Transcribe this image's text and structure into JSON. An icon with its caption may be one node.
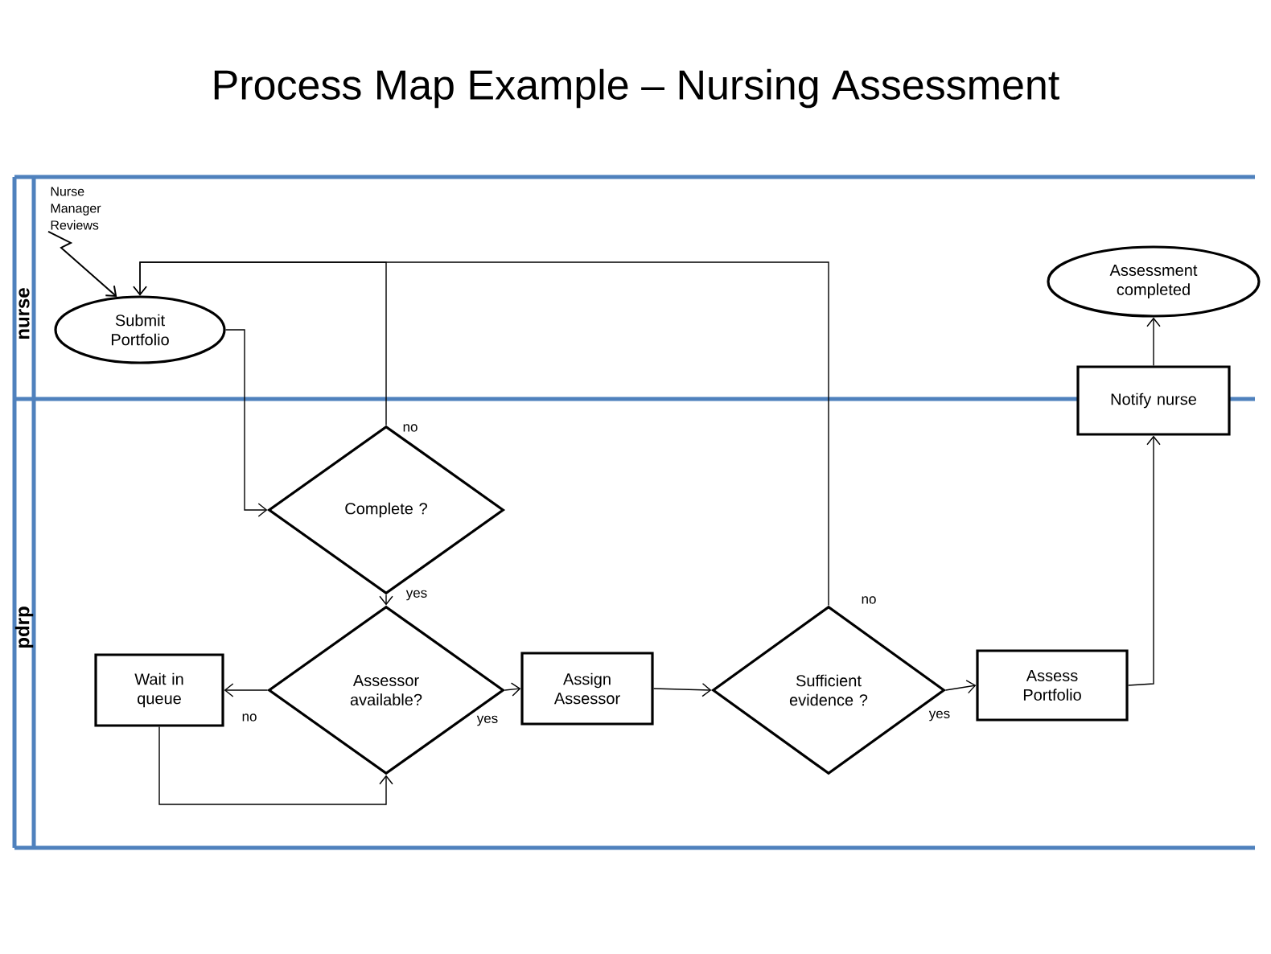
{
  "diagram": {
    "title": "Process Map Example – Nursing Assessment",
    "nodes": [
      {
        "text": [
          "Nurse Manager Reviews"
        ]
      },
      {
        "text": [
          "Submit Portfolio"
        ]
      },
      {
        "text": [
          "Complete ?"
        ]
      },
      {
        "text": [
          "Assessor available?"
        ]
      },
      {
        "text": [
          "Wait in queue"
        ]
      },
      {
        "text": [
          "Assign Assessor"
        ]
      },
      {
        "text": [
          "Sufficient evidence ?"
        ]
      },
      {
        "text": [
          "Assess Portfolio"
        ]
      },
      {
        "text": [
          "Notify nurse"
        ]
      },
      {
        "text": [
          "Assessment completed"
        ]
      }
    ],
    "edges": [
      {
        "from": 0,
        "to": 1,
        "arrow": "to"
      },
      {
        "from": 1,
        "to": 2,
        "arrow": "to"
      },
      {
        "from": 2,
        "to": 1,
        "arrow": "to",
        "label": "no"
      },
      {
        "from": 2,
        "to": 3,
        "arrow": "to",
        "label": "yes"
      },
      {
        "from": 3,
        "to": 4,
        "arrow": "to",
        "label": "no"
      },
      {
        "from": 4,
        "to": 3,
        "arrow": "to"
      },
      {
        "from": 3,
        "to": 5,
        "arrow": "to",
        "label": "yes"
      },
      {
        "from": 5,
        "to": 6,
        "arrow": "to"
      },
      {
        "from": 6,
        "to": 1,
        "arrow": "to",
        "label": "no"
      },
      {
        "from": 6,
        "to": 7,
        "arrow": "to",
        "label": "yes"
      },
      {
        "from": 7,
        "to": 8,
        "arrow": "to"
      },
      {
        "from": 8,
        "to": 9,
        "arrow": "to"
      }
    ],
    "labels": [
      "nurse",
      "pdrp"
    ]
  }
}
